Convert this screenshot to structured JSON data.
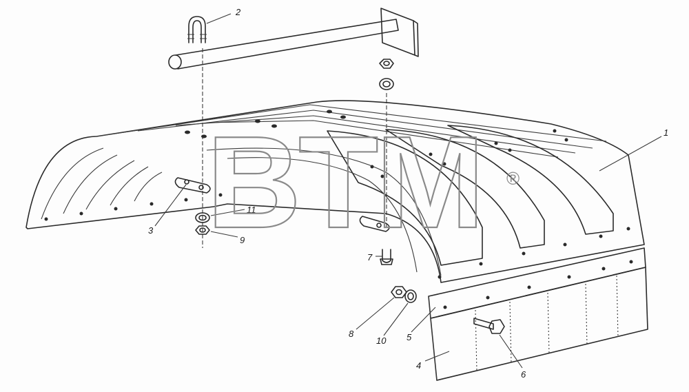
{
  "watermark": {
    "text": "BTM",
    "mark": "®"
  },
  "callouts": [
    {
      "id": "1",
      "text": "1"
    },
    {
      "id": "2",
      "text": "2"
    },
    {
      "id": "3",
      "text": "3"
    },
    {
      "id": "4",
      "text": "4"
    },
    {
      "id": "5",
      "text": "5"
    },
    {
      "id": "6",
      "text": "6"
    },
    {
      "id": "7",
      "text": "7"
    },
    {
      "id": "8",
      "text": "8"
    },
    {
      "id": "9",
      "text": "9"
    },
    {
      "id": "10",
      "text": "10"
    },
    {
      "id": "11",
      "text": "11"
    }
  ]
}
